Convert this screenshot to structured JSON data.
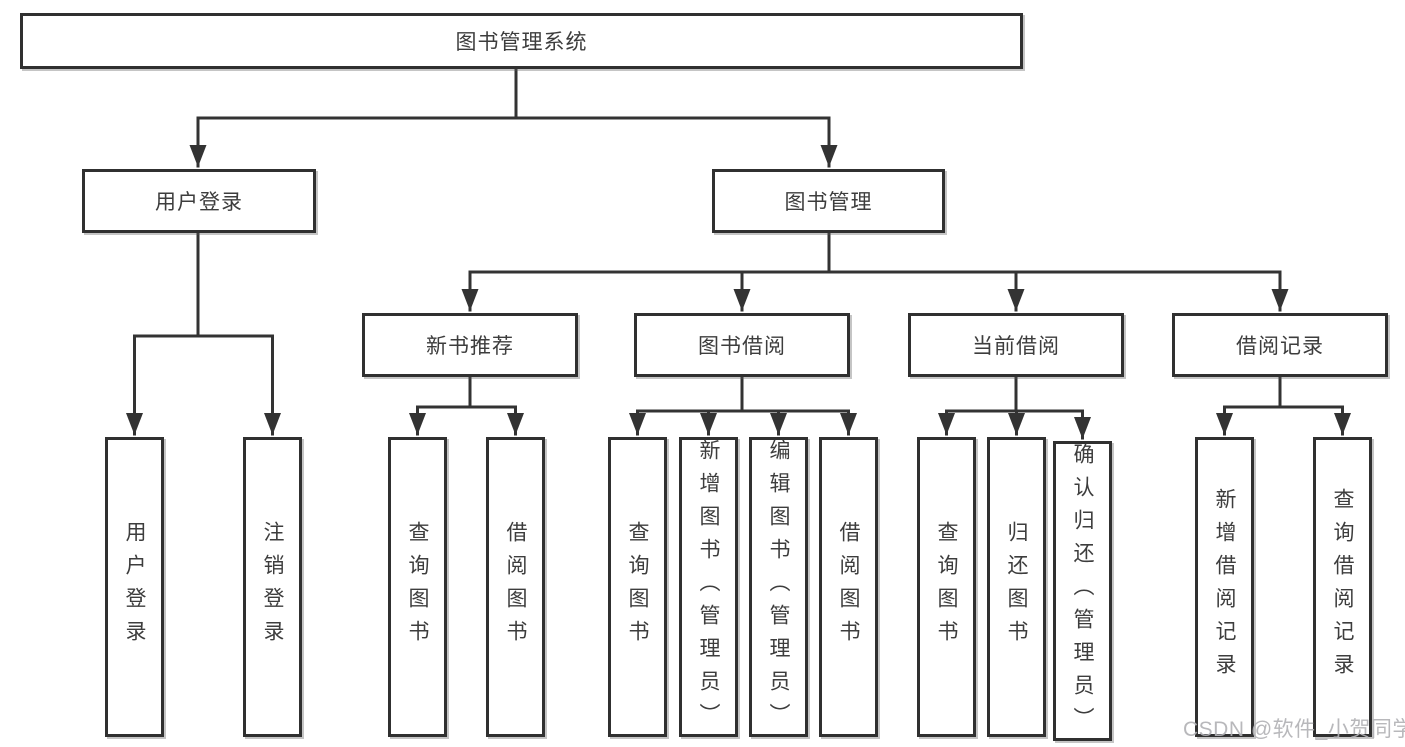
{
  "tree": {
    "label": "图书管理系统",
    "children": [
      {
        "label": "用户登录",
        "children": [
          {
            "label": "用户登录"
          },
          {
            "label": "注销登录"
          }
        ]
      },
      {
        "label": "图书管理",
        "children": [
          {
            "label": "新书推荐",
            "children": [
              {
                "label": "查询图书"
              },
              {
                "label": "借阅图书"
              }
            ]
          },
          {
            "label": "图书借阅",
            "children": [
              {
                "label": "查询图书"
              },
              {
                "label": "新增图书（管理员）"
              },
              {
                "label": "编辑图书（管理员）"
              },
              {
                "label": "借阅图书"
              }
            ]
          },
          {
            "label": "当前借阅",
            "children": [
              {
                "label": "查询图书"
              },
              {
                "label": "归还图书"
              },
              {
                "label": "确认归还（管理员）"
              }
            ]
          },
          {
            "label": "借阅记录",
            "children": [
              {
                "label": "新增借阅记录"
              },
              {
                "label": "查询借阅记录"
              }
            ]
          }
        ]
      }
    ]
  },
  "watermark": {
    "text": "CSDN @软件_小贺同学",
    "color": "#b2b2b6"
  },
  "style": {
    "line_color": "#333333",
    "box_border_color": "#303030",
    "text_color": "#3d3d3d",
    "background": "#ffffff"
  }
}
